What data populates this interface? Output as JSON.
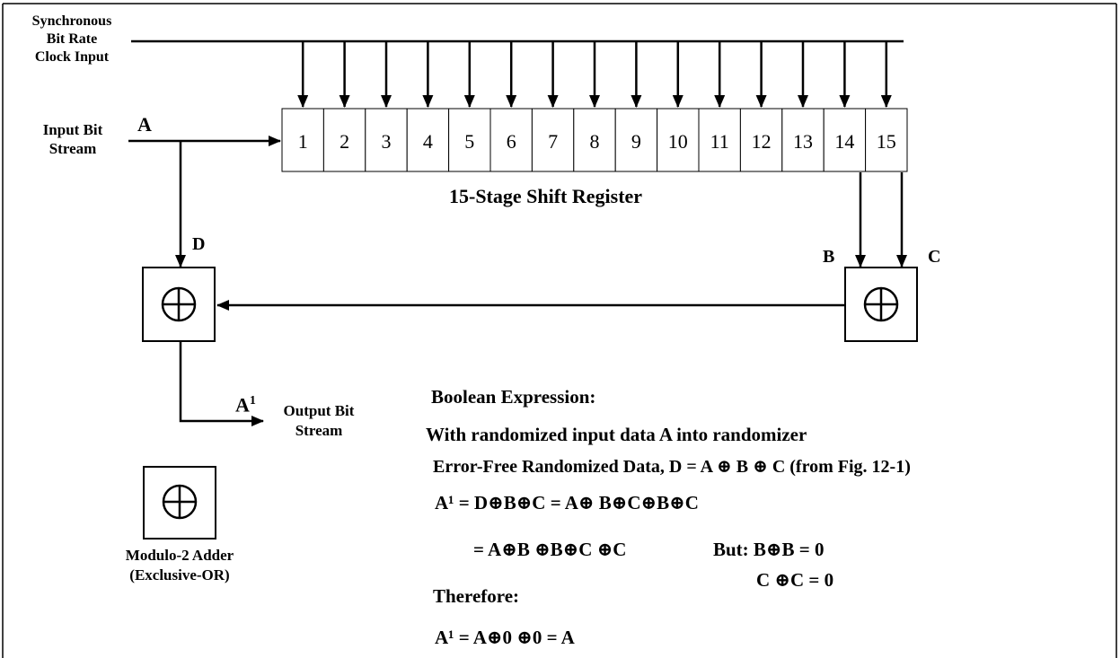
{
  "labels": {
    "clock_line1": "Synchronous",
    "clock_line2": "Bit Rate",
    "clock_line3": "Clock Input",
    "input_line1": "Input Bit",
    "input_line2": "Stream",
    "signal_a": "A",
    "signal_b": "B",
    "signal_c": "C",
    "signal_d": "D",
    "signal_a1_base": "A",
    "signal_a1_sup": "1",
    "output_line1": "Output Bit",
    "output_line2": "Stream",
    "register_caption": "15-Stage Shift Register",
    "legend_line1": "Modulo-2 Adder",
    "legend_line2": "(Exclusive-OR)"
  },
  "register": {
    "cells": [
      "1",
      "2",
      "3",
      "4",
      "5",
      "6",
      "7",
      "8",
      "9",
      "10",
      "11",
      "12",
      "13",
      "14",
      "15"
    ]
  },
  "expression": {
    "heading": "Boolean Expression:",
    "line1": "With randomized input data A into randomizer",
    "line2": "Error-Free Randomized Data, D = A ⊕ B ⊕ C  (from Fig. 12-1)",
    "line3": "A¹ = D⊕B⊕C =  A⊕ B⊕C⊕B⊕C",
    "line4": "= A⊕B ⊕B⊕C ⊕C",
    "but1": "But: B⊕B = 0",
    "but2": "C ⊕C = 0",
    "therefore": "Therefore:",
    "line5": "A¹ = A⊕0 ⊕0 = A"
  },
  "colors": {
    "line": "#000000",
    "register_fill": "#ffffff",
    "background": "#ffffff"
  }
}
